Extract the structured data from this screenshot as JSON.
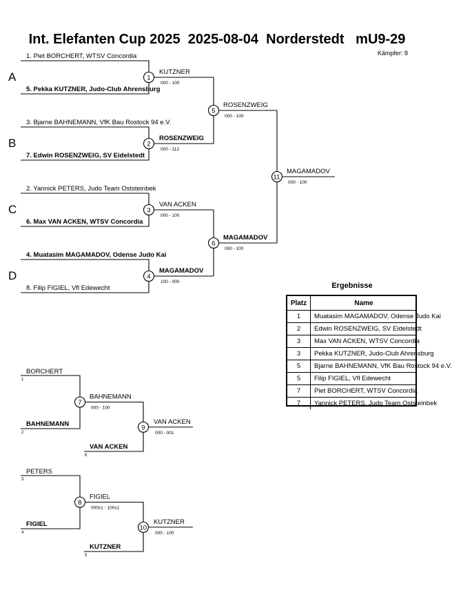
{
  "title": "Int. Elefanten Cup 2025  2025-08-04  Norderstedt   mU9-29",
  "fighter_count": "Kämpfer: 8",
  "pools": [
    "A",
    "B",
    "C",
    "D"
  ],
  "main_bracket": {
    "entrants": [
      {
        "label": "1. Piet BORCHERT, WTSV Concordia",
        "bold": false
      },
      {
        "label": "5. Pekka KUTZNER, Judo-Club Ahrensburg",
        "bold": true
      },
      {
        "label": "3. Bjarne BAHNEMANN, VfK Bau Rostock 94 e.V.",
        "bold": false
      },
      {
        "label": "7. Edwin ROSENZWEIG, SV Eidelstedt",
        "bold": true
      },
      {
        "label": "2. Yannick PETERS, Judo Team Oststeinbek",
        "bold": false
      },
      {
        "label": "6. Max VAN ACKEN, WTSV Concordia",
        "bold": true
      },
      {
        "label": "4. Muatasim MAGAMADOV, Odense Judo Kai",
        "bold": true
      },
      {
        "label": "8. Filip FIGIEL, Vfl Edewecht",
        "bold": false
      }
    ],
    "matches": [
      {
        "num": "1",
        "winner": "KUTZNER",
        "score": "000 - 100",
        "winner_bold": false
      },
      {
        "num": "2",
        "winner": "ROSENZWEIG",
        "score": "000 - 112",
        "winner_bold": true
      },
      {
        "num": "3",
        "winner": "VAN ACKEN",
        "score": "000 - 100",
        "winner_bold": false
      },
      {
        "num": "4",
        "winner": "MAGAMADOV",
        "score": "100 - 000",
        "winner_bold": true
      },
      {
        "num": "5",
        "winner": "ROSENZWEIG",
        "score": "000 - 100",
        "winner_bold": false
      },
      {
        "num": "6",
        "winner": "MAGAMADOV",
        "score": "000 - 100",
        "winner_bold": true
      },
      {
        "num": "11",
        "winner": "MAGAMADOV",
        "score": "000 - 100",
        "winner_bold": false
      }
    ]
  },
  "repechage": [
    {
      "top": {
        "name": "BORCHERT",
        "seed": "1",
        "bold": false
      },
      "mid": {
        "name": "BAHNEMANN",
        "seed": "2",
        "bold": true
      },
      "bottom": {
        "name": "VAN ACKEN",
        "seed": "6",
        "bold": true
      },
      "m1": {
        "num": "7",
        "winner": "BAHNEMANN",
        "score": "000 - 100"
      },
      "m2": {
        "num": "9",
        "winner": "VAN ACKEN",
        "score": "000 - 001"
      }
    },
    {
      "top": {
        "name": "PETERS",
        "seed": "3",
        "bold": false
      },
      "mid": {
        "name": "FIGIEL",
        "seed": "4",
        "bold": true
      },
      "bottom": {
        "name": "KUTZNER",
        "seed": "5",
        "bold": true
      },
      "m1": {
        "num": "8",
        "winner": "FIGIEL",
        "score": "000s1 - 100s1"
      },
      "m2": {
        "num": "10",
        "winner": "KUTZNER",
        "score": "000 - 100"
      }
    }
  ],
  "results": {
    "title": "Ergebnisse",
    "col_place": "Platz",
    "col_name": "Name",
    "rows": [
      {
        "place": "1",
        "name": "Muatasim MAGAMADOV, Odense Judo Kai"
      },
      {
        "place": "2",
        "name": "Edwin ROSENZWEIG, SV Eidelstedt"
      },
      {
        "place": "3",
        "name": "Max VAN ACKEN, WTSV Concordia"
      },
      {
        "place": "3",
        "name": "Pekka KUTZNER, Judo-Club Ahrensburg"
      },
      {
        "place": "5",
        "name": "Bjarne BAHNEMANN, VfK Bau Rostock 94 e.V."
      },
      {
        "place": "5",
        "name": "Filip FIGIEL, Vfl Edewecht"
      },
      {
        "place": "7",
        "name": "Piet BORCHERT, WTSV Concordia"
      },
      {
        "place": "7",
        "name": "Yannick PETERS, Judo Team Oststeinbek"
      }
    ]
  }
}
